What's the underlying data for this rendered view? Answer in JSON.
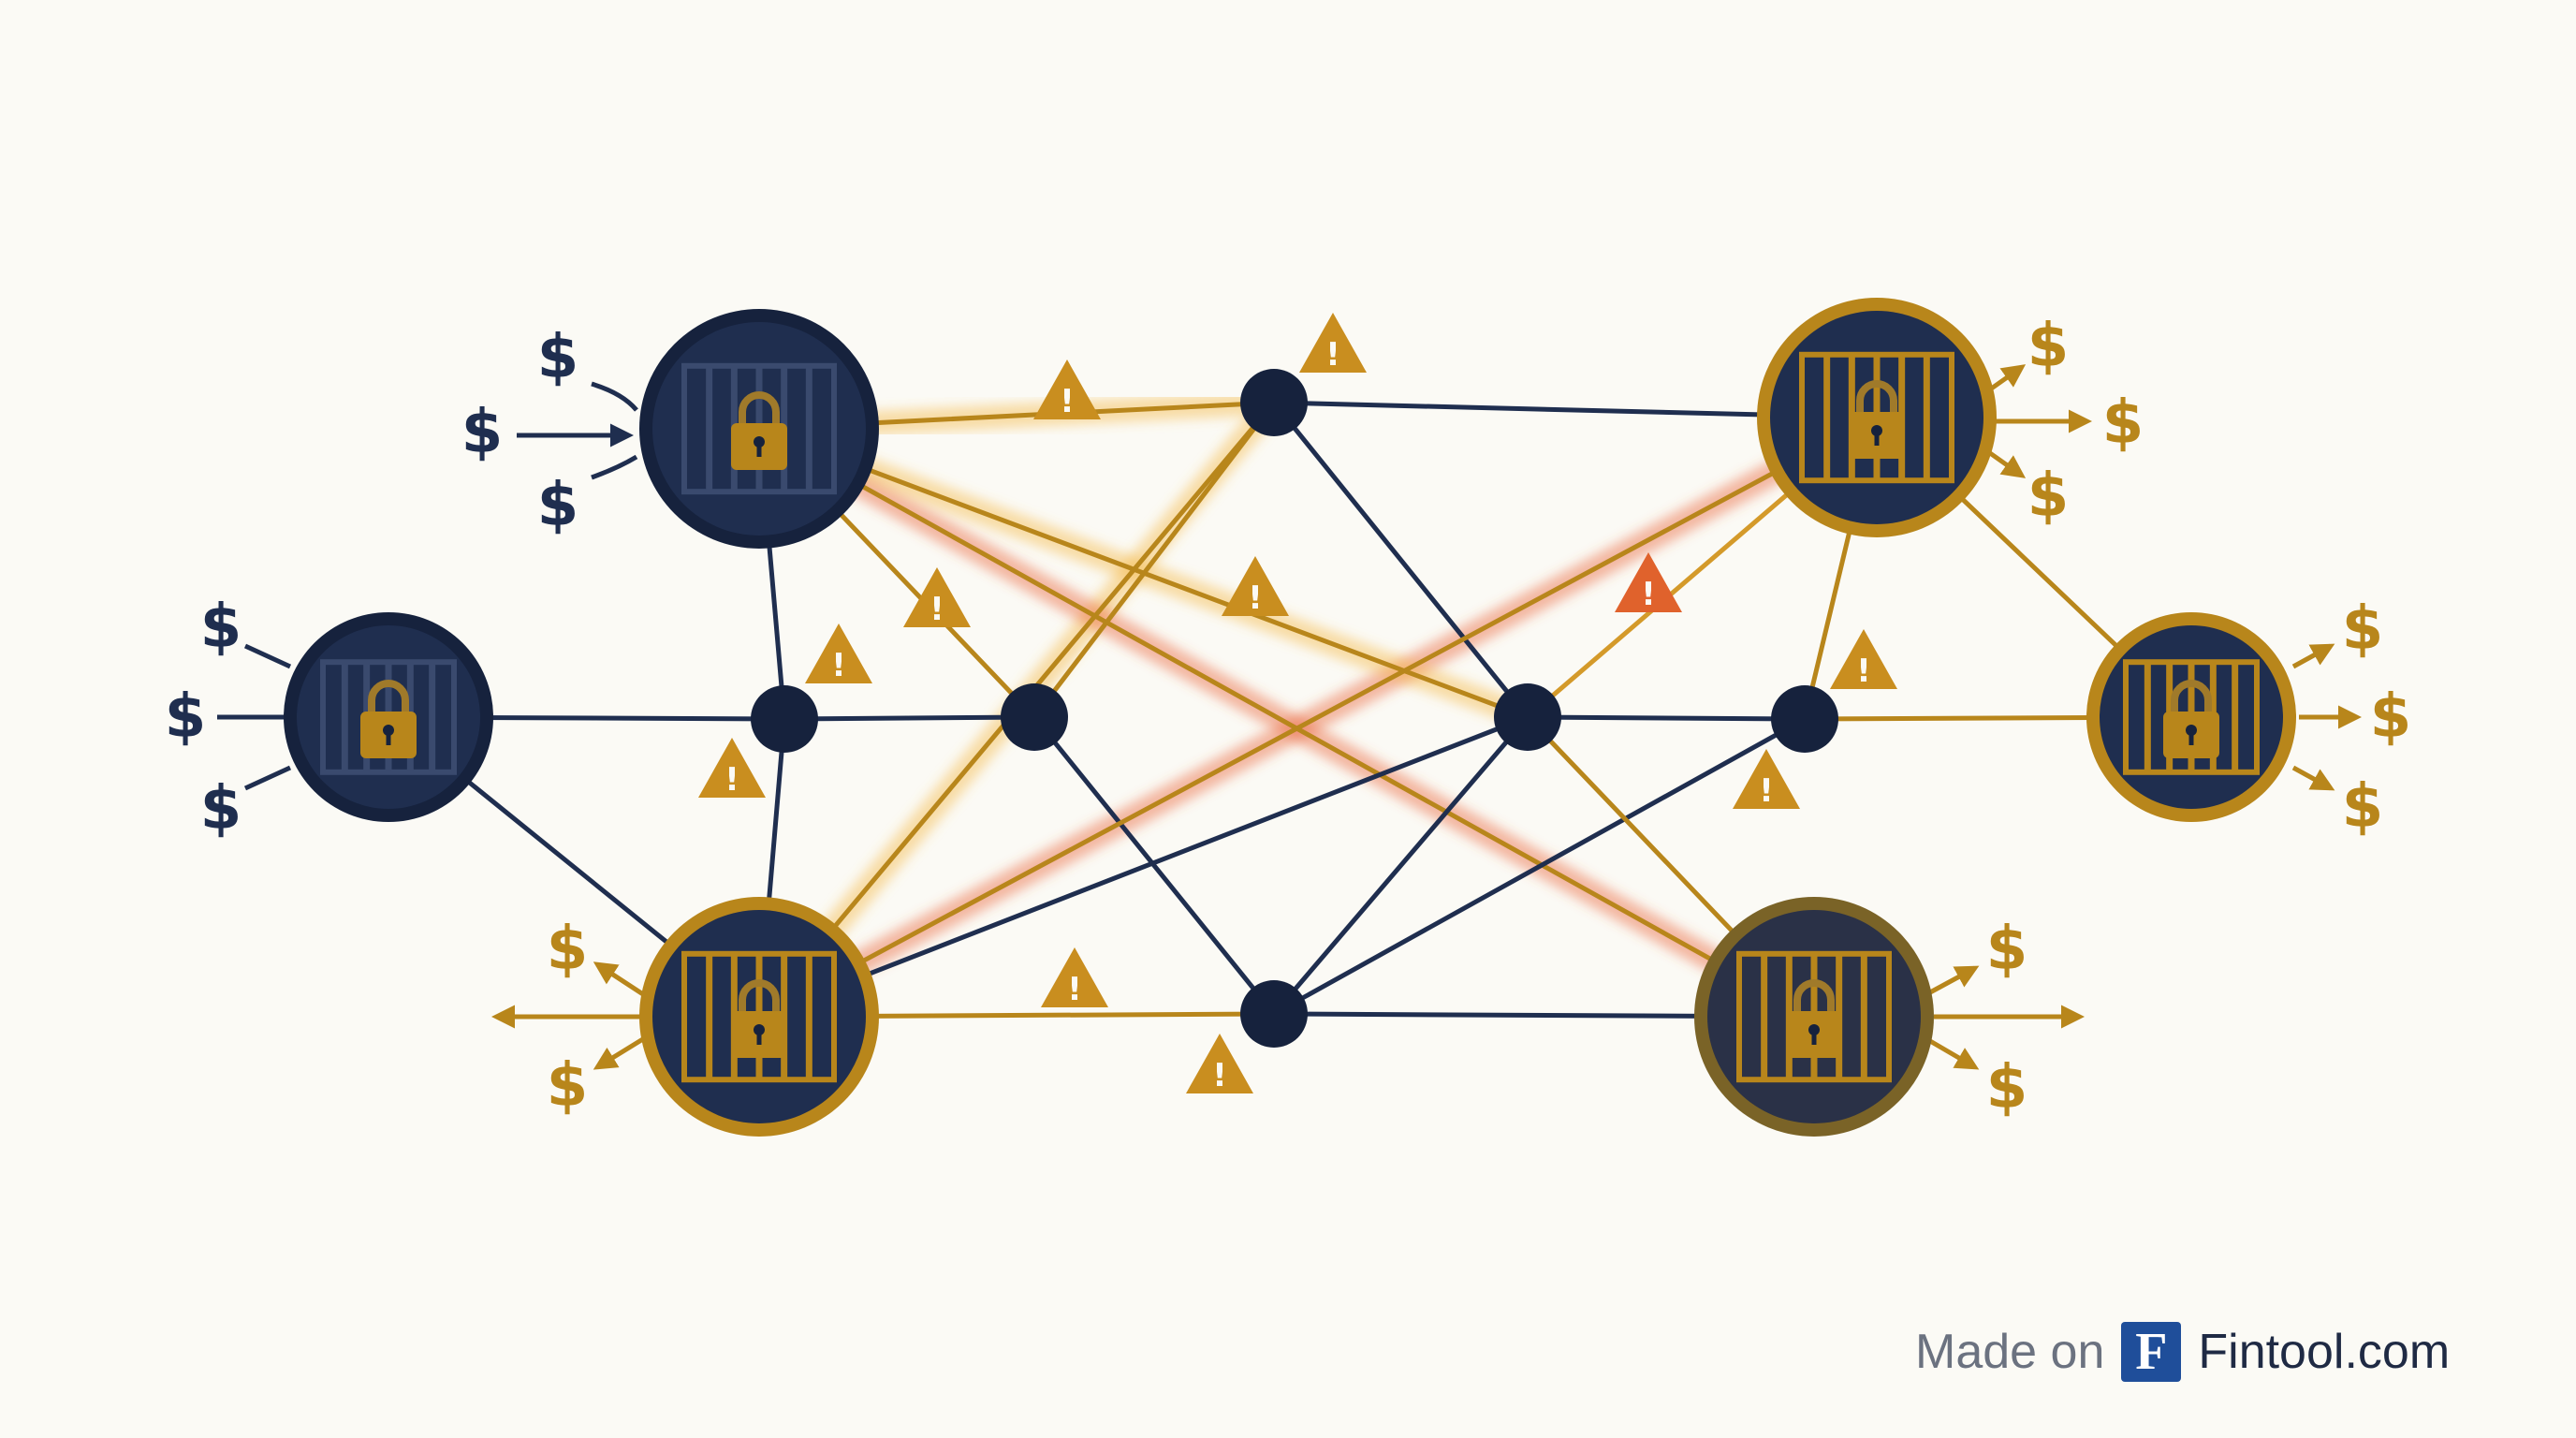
{
  "colors": {
    "navy": "#1f2e4f",
    "navy_dark": "#16223d",
    "gold": "#b8861b",
    "gold_light": "#d49a2a",
    "orange_glow": "#f3b948",
    "red_glow": "#e8643a",
    "warning": "#c98e1f",
    "warning_red": "#e0622c",
    "background": "#fbfaf5"
  },
  "currency_symbol": "$",
  "hubs": [
    {
      "id": "hub-left-top",
      "style": "navy",
      "lock_icon": "padlock-icon",
      "flow": "inflow"
    },
    {
      "id": "hub-left-mid",
      "style": "navy",
      "lock_icon": "padlock-icon",
      "flow": "inflow"
    },
    {
      "id": "hub-left-bottom",
      "style": "gold",
      "lock_icon": "padlock-icon",
      "flow": "outflow"
    },
    {
      "id": "hub-right-top",
      "style": "gold",
      "lock_icon": "padlock-icon",
      "flow": "outflow"
    },
    {
      "id": "hub-right-mid",
      "style": "gold",
      "lock_icon": "padlock-icon",
      "flow": "outflow"
    },
    {
      "id": "hub-right-bottom",
      "style": "gold-dim",
      "lock_icon": "padlock-icon",
      "flow": "outflow"
    }
  ],
  "warning_icon": "warning-triangle-icon",
  "warning_symbol": "!",
  "watermark": {
    "made_on": "Made on",
    "logo_letter": "F",
    "brand": "Fintool.com"
  }
}
